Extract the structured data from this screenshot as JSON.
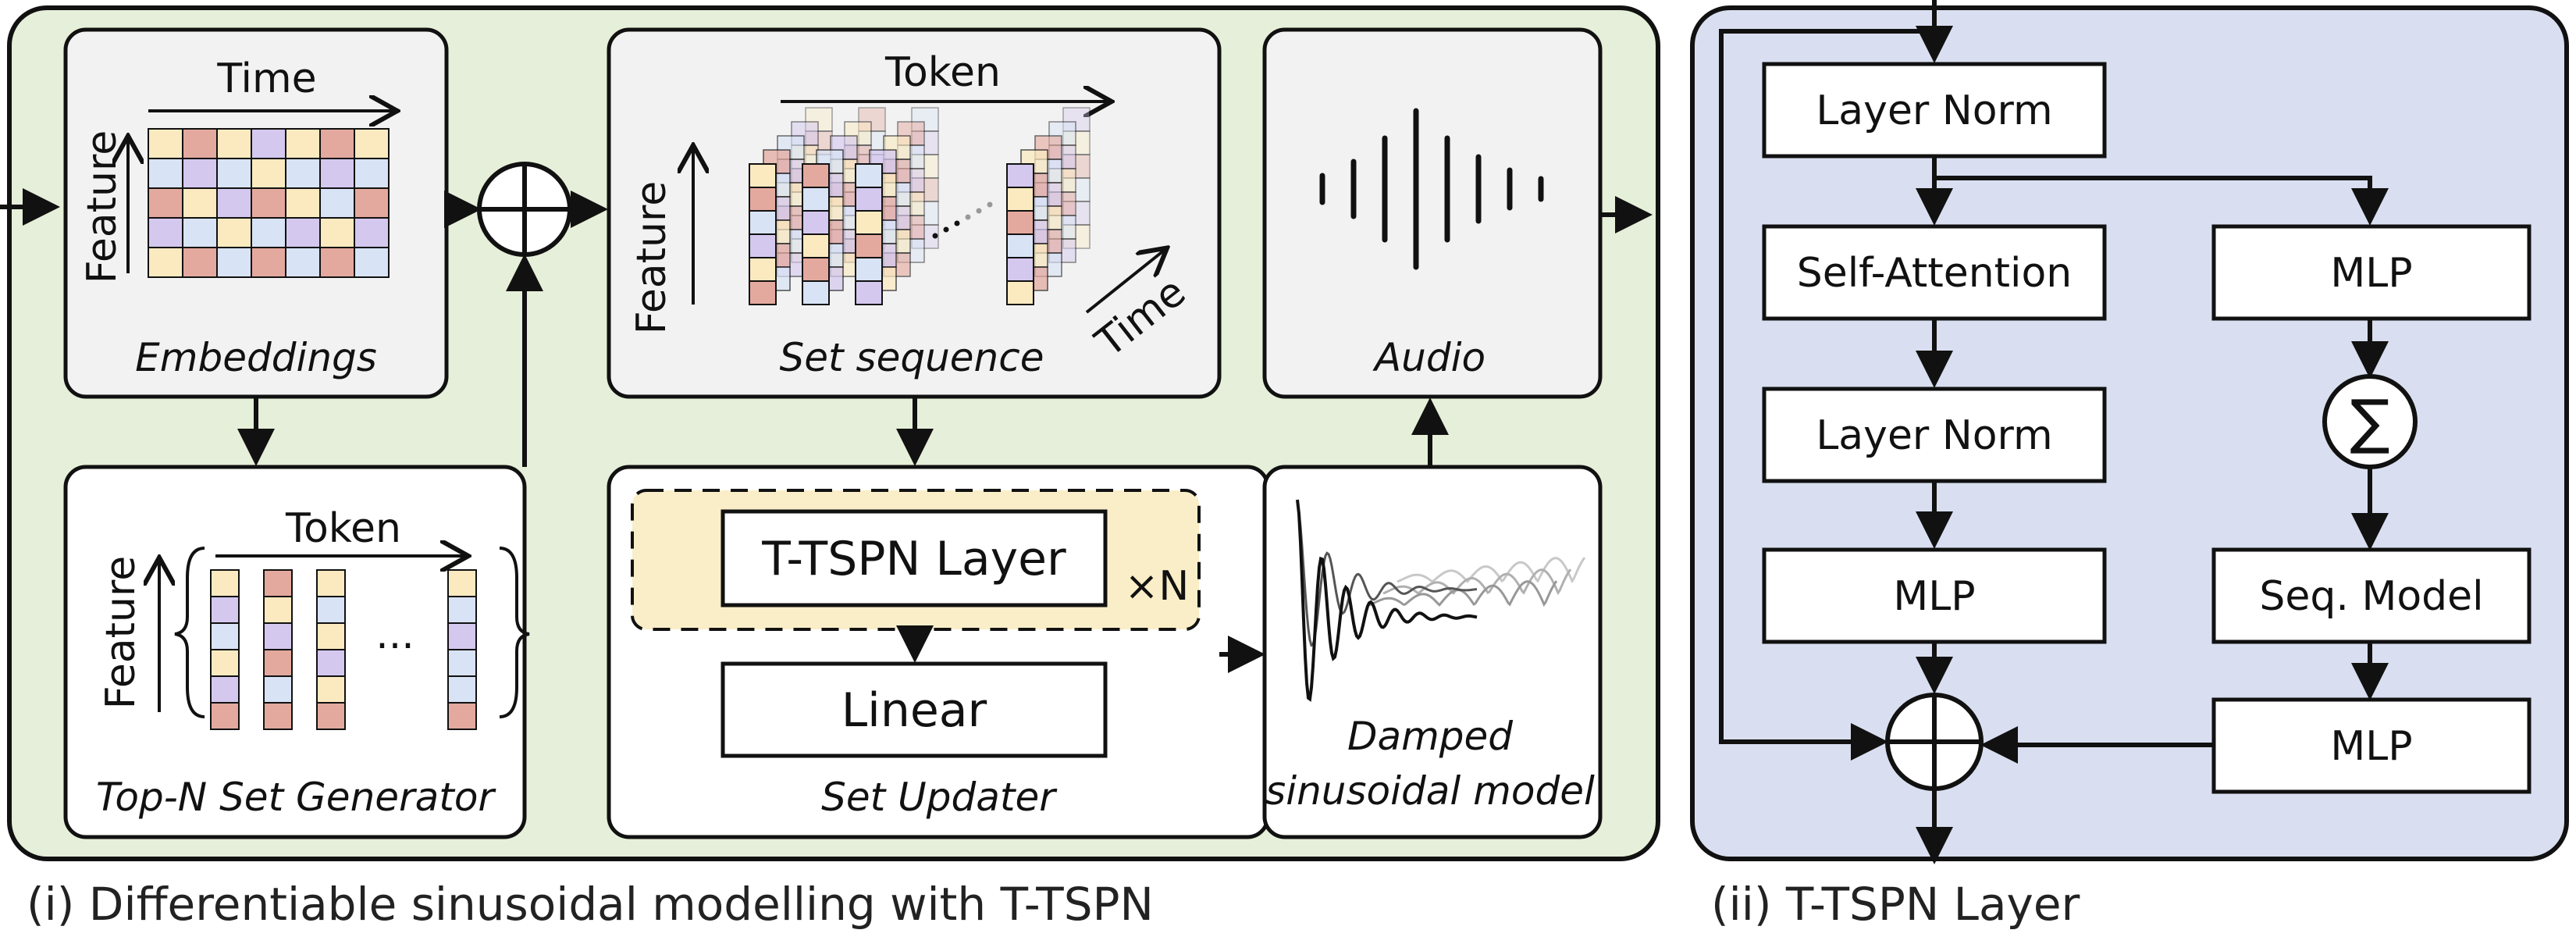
{
  "panel1": {
    "caption": "(i) Differentiable sinusoidal modelling with T-TSPN",
    "embeddings": {
      "title": "Embeddings",
      "axis_x": "Time",
      "axis_y": "Feature"
    },
    "set_sequence": {
      "title": "Set sequence",
      "axis_x": "Token",
      "axis_y": "Feature",
      "axis_z": "Time"
    },
    "audio": {
      "title": "Audio"
    },
    "top_n": {
      "title": "Top-N Set Generator",
      "axis_x": "Token",
      "axis_y": "Feature",
      "ellipsis": "..."
    },
    "set_updater": {
      "title": "Set Updater",
      "layer_label": "T-TSPN Layer",
      "repeat": "×N",
      "linear_label": "Linear"
    },
    "damped": {
      "title_line1": "Damped",
      "title_line2": "sinusoidal model"
    }
  },
  "panel2": {
    "caption": "(ii) T-TSPN Layer",
    "layer_norm_1": "Layer Norm",
    "self_attention": "Self-Attention",
    "layer_norm_2": "Layer Norm",
    "mlp_left": "MLP",
    "mlp_right_1": "MLP",
    "sum_symbol": "∑",
    "seq_model": "Seq. Model",
    "mlp_right_2": "MLP"
  },
  "colors": {
    "panel1_bg": "#e6efd9",
    "panel2_bg": "#d9dff0",
    "cell_yellow": "#fbeac0",
    "cell_red": "#e4a99e",
    "cell_blue": "#d8e3f5",
    "cell_purple": "#d4c8ef",
    "layer_highlight": "#faeec8"
  }
}
